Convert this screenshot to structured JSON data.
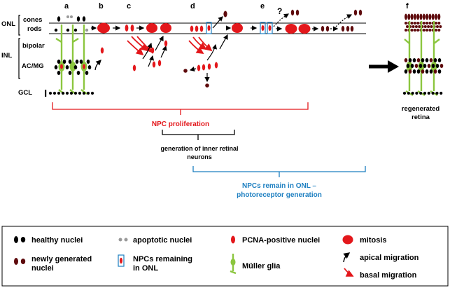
{
  "panels": [
    "a",
    "b",
    "c",
    "d",
    "e",
    "f"
  ],
  "layers": {
    "onl": "ONL",
    "cones": "cones",
    "rods": "rods",
    "inl": "INL",
    "bipolar": "bipolar",
    "acmg": "AC/MG",
    "gcl": "GCL"
  },
  "question_mark": "?",
  "brackets": {
    "npc_proliferation": "NPC proliferation",
    "inner_line1": "generation of inner retinal",
    "inner_line2": "neurons",
    "onl_line1": "NPCs remain in ONL –",
    "onl_line2": "photoreceptor generation"
  },
  "regenerated": {
    "line1": "regenerated",
    "line2": "retina"
  },
  "legend": {
    "healthy": "healthy nuclei",
    "apoptotic": "apoptotic nuclei",
    "pcna": "PCNA-positive nuclei",
    "mitosis": "mitosis",
    "newly_line1": "newly generated",
    "newly_line2": "nuclei",
    "npcs_line1": "NPCs remaining",
    "npcs_line2": "in ONL",
    "muller": "Müller glia",
    "apical": "apical migration",
    "basal": "basal migration"
  },
  "colors": {
    "red": "#e3171b",
    "dark_red": "#5e0a0c",
    "green": "#8cc63f",
    "blue": "#1d7fc1",
    "black": "#000000",
    "gray": "#999999"
  }
}
